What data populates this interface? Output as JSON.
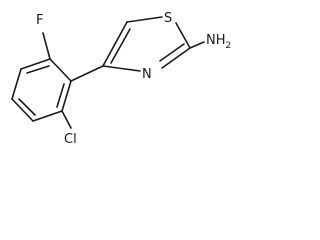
{
  "atoms": {
    "fluorine": "F",
    "chlorine": "Cl",
    "sulfur": "S",
    "nitrogen": "N",
    "hydrazinyl": "NH",
    "hydrazinyl_h2": "2"
  },
  "colors": {
    "ink": "#1a1a1a",
    "background": "#ffffff"
  }
}
